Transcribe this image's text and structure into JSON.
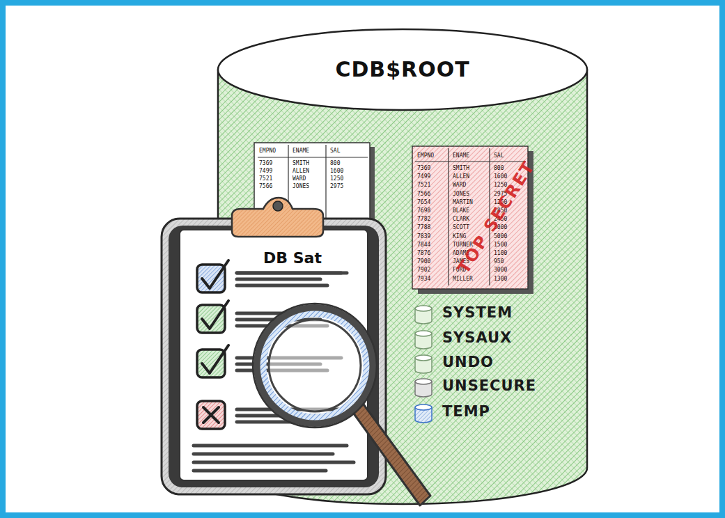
{
  "diagram": {
    "nodes": [
      {
        "text": [
          "CDB$ROOT"
        ]
      },
      {
        "text": [
          "DB Sat"
        ]
      },
      {
        "text": [
          "SYSTEM"
        ],
        "in": 0
      },
      {
        "text": [
          "SYSAUX"
        ],
        "in": 0
      },
      {
        "text": [
          "UNDO"
        ],
        "in": 0
      },
      {
        "text": [
          "UNSECURE"
        ],
        "in": 0
      },
      {
        "text": [
          "TEMP"
        ],
        "in": 0
      }
    ],
    "labels": [
      "EMPNO",
      "ENAME",
      "SAL",
      "7369",
      "SMITH",
      "800",
      "7499",
      "ALLEN",
      "1600",
      "7521",
      "WARD",
      "1250",
      "7566",
      "JONES",
      "2975",
      "EMPNO",
      "ENAME",
      "SAL",
      "7369",
      "SMITH",
      "800",
      "7499",
      "ALLEN",
      "1600",
      "7521",
      "WARD",
      "1250",
      "7566",
      "JONES",
      "2975",
      "7654",
      "MARTIN",
      "1250",
      "7698",
      "BLAKE",
      "2850",
      "7782",
      "CLARK",
      "2450",
      "7788",
      "SCOTT",
      "3000",
      "7839",
      "KING",
      "5000",
      "7844",
      "TURNER",
      "1500",
      "7876",
      "ADAMS",
      "1100",
      "7900",
      "JAMES",
      "950",
      "7902",
      "FORD",
      "3000",
      "7934",
      "MILLER",
      "1300",
      "TOP SECRET"
    ]
  }
}
